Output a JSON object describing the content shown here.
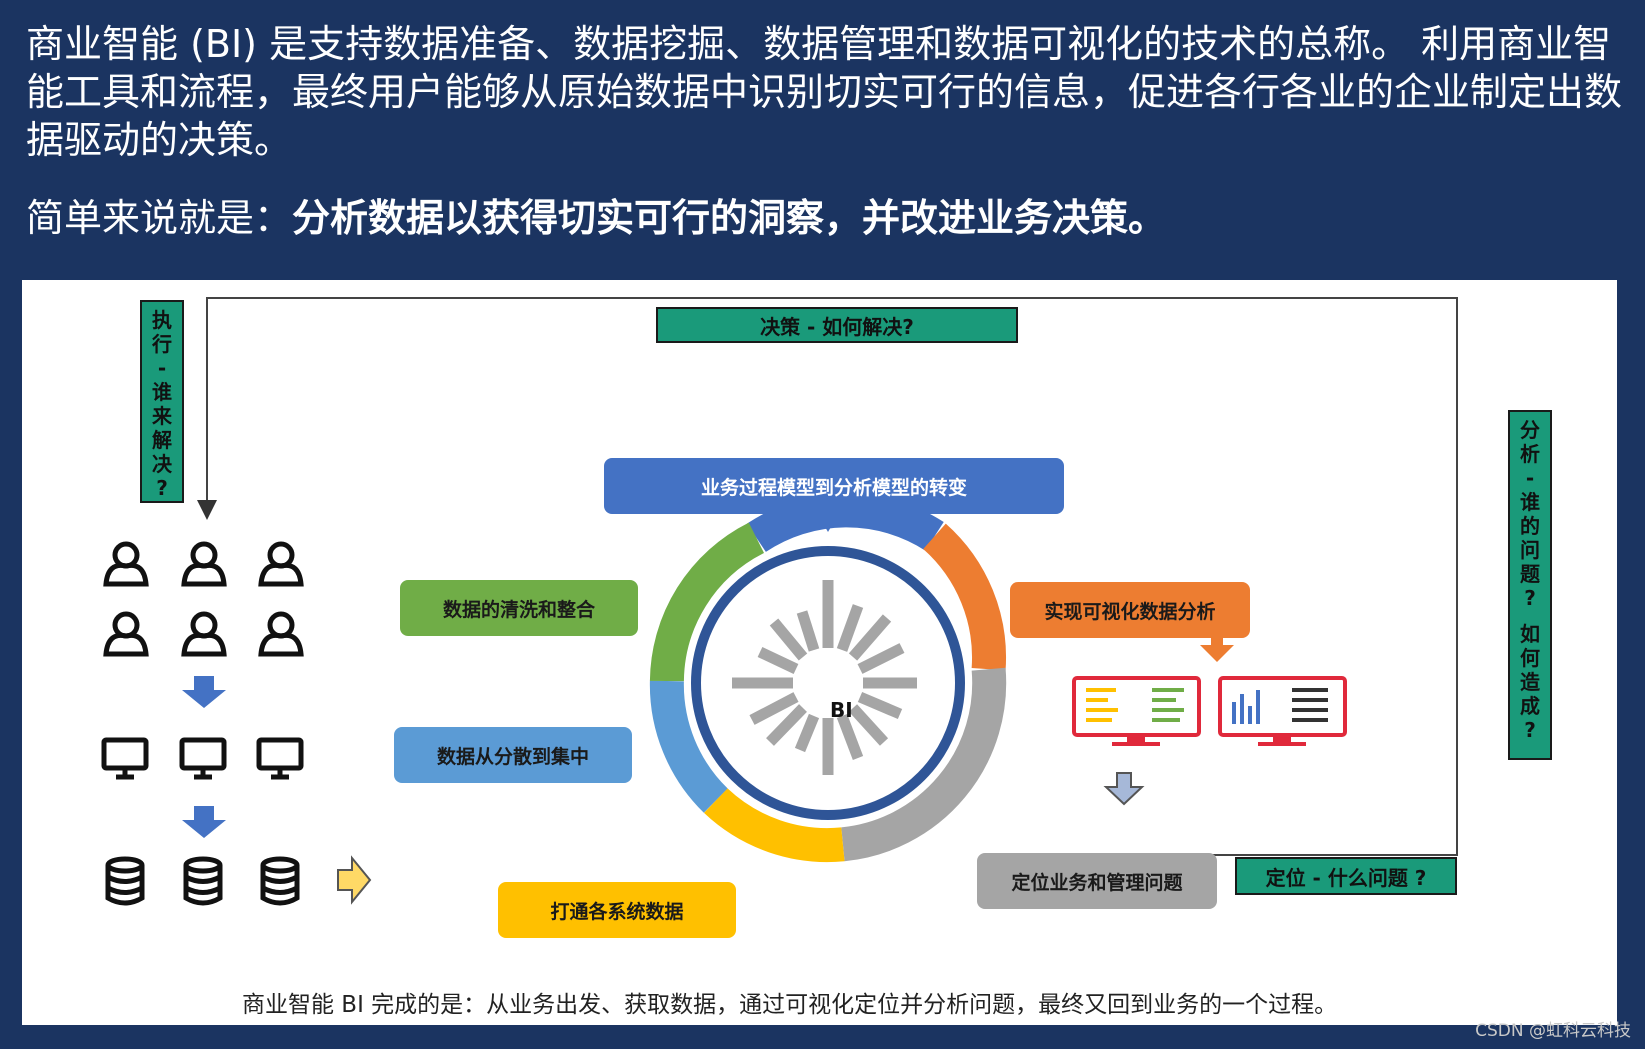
{
  "intro_text": "商业智能 (BI) 是支持数据准备、数据挖掘、数据管理和数据可视化的技术的总称。 利用商业智能工具和流程，最终用户能够从原始数据中识别切实可行的信息，促进各行各业的企业制定出数据驱动的决策。",
  "summary": {
    "prefix": "简单来说就是：",
    "emphasis": "分析数据以获得切实可行的洞察，并改进业务决策。"
  },
  "diagram": {
    "execute_label_chars": [
      "执",
      "行",
      "-",
      "谁",
      "来",
      "解",
      "决",
      "?"
    ],
    "analyze_label_chars": [
      "分",
      "析",
      "-",
      "谁",
      "的",
      "问",
      "题",
      "?",
      " ",
      "如",
      "何",
      "造",
      "成",
      "?"
    ],
    "decision_label": "决策 - 如何解决?",
    "locate_label": "定位 - 什么问题 ?",
    "process_model": "业务过程模型到分析模型的转变",
    "cleaning": "数据的清洗和整合",
    "visualization": "实现可视化数据分析",
    "centralize": "数据从分散到集中",
    "connect_systems": "打通各系统数据",
    "locate_problem": "定位业务和管理问题",
    "center_label": "BI",
    "caption": "商业智能 BI 完成的是：从业务出发、获取数据，通过可视化定位并分析问题，最终又回到业务的一个过程。"
  },
  "watermark": "CSDN @虹科云科技",
  "colors": {
    "background": "#1b3461",
    "teal": "#1a9a7a",
    "blue": "#4472c4",
    "green": "#70ad47",
    "orange": "#ed7d31",
    "light_blue": "#5b9bd5",
    "yellow": "#ffc000",
    "gray": "#a5a5a5"
  }
}
